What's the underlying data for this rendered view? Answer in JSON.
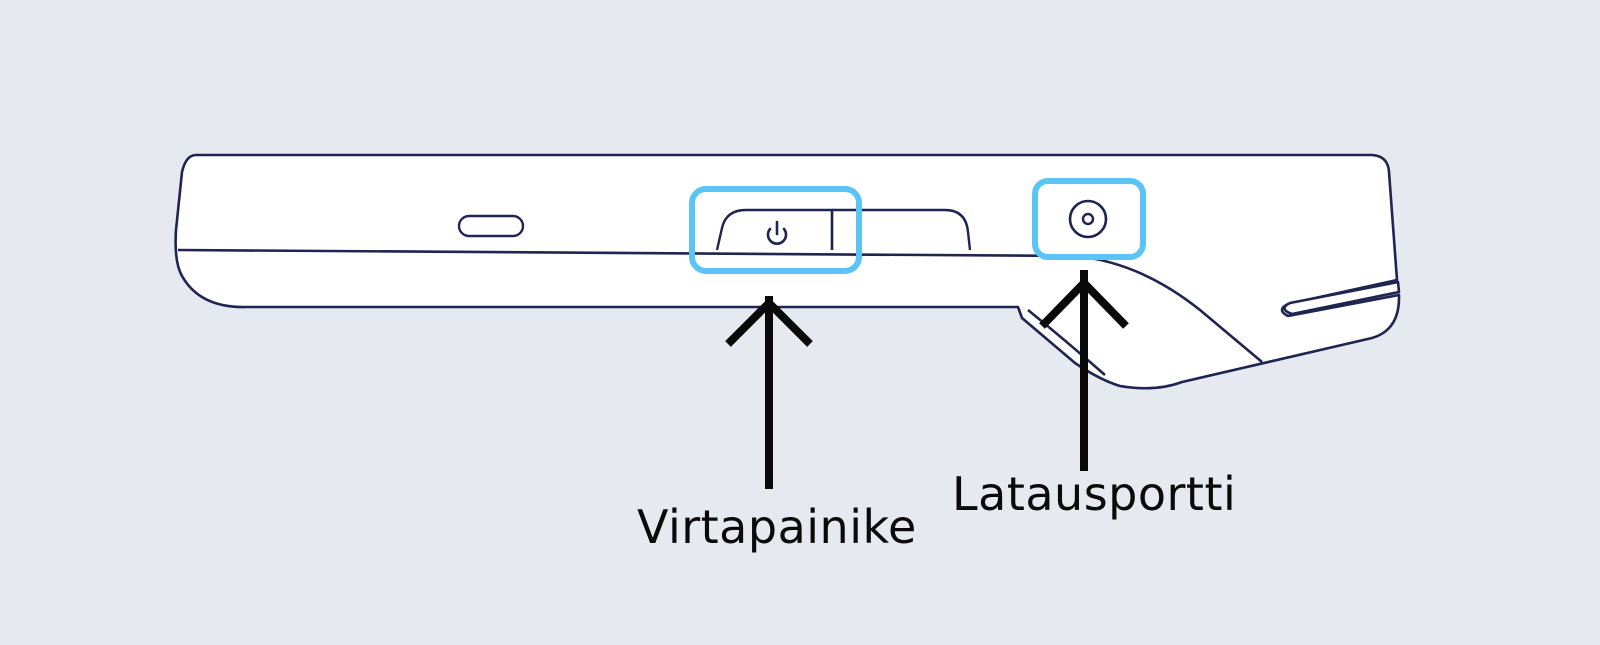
{
  "labels": {
    "power_button": "Virtapainike",
    "charging_port": "Latausportti"
  },
  "colors": {
    "background": "#e6eaf0",
    "device_outline": "#1f2450",
    "device_fill": "#ffffff",
    "highlight": "#5bc4f5",
    "arrow": "#0a0a0a"
  },
  "icons": {
    "power_icon": "power-symbol",
    "charging_port_icon": "round-port"
  }
}
